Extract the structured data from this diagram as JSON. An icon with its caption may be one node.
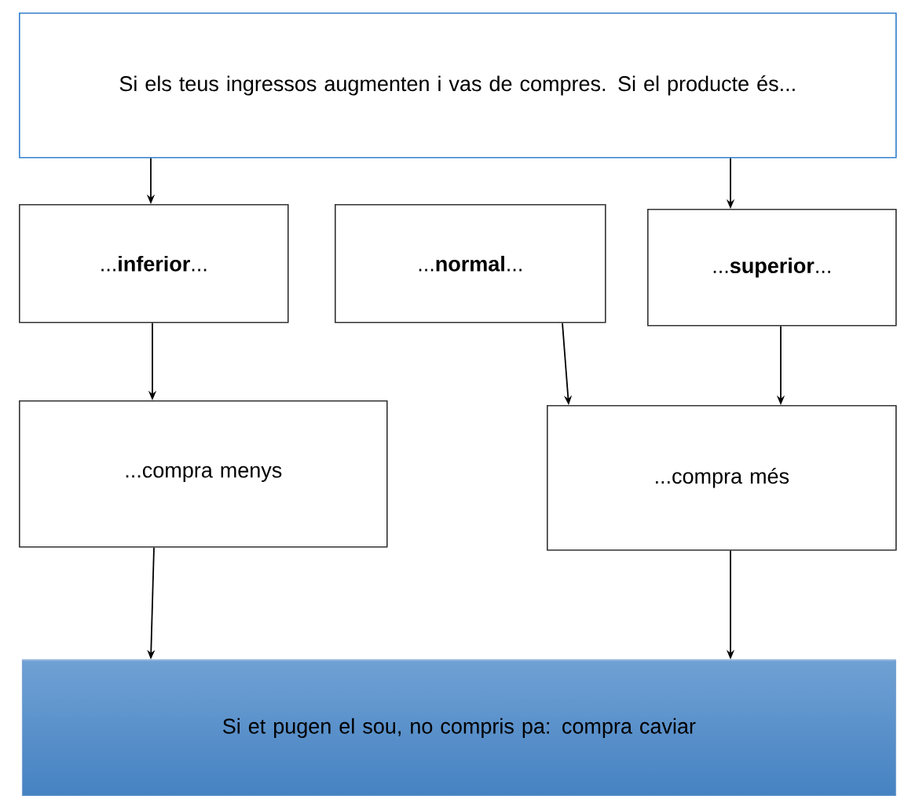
{
  "diagram": {
    "nodes": [
      {
        "text": [
          "Si els teus ingressos augmenten i vas de compres. Si el producte és..."
        ]
      },
      {
        "text": [
          "...**inferior**..."
        ]
      },
      {
        "text": [
          "...**normal**..."
        ]
      },
      {
        "text": [
          "...**superior**..."
        ]
      },
      {
        "text": [
          "...compra menys"
        ]
      },
      {
        "text": [
          "...compra més"
        ]
      },
      {
        "text": [
          "Si et pugen el sou, no compris pa: compra caviar"
        ]
      }
    ],
    "edges": [
      {
        "from": 0,
        "to": 1,
        "arrow": "to"
      },
      {
        "from": 0,
        "to": 3,
        "arrow": "to"
      },
      {
        "from": 1,
        "to": 4,
        "arrow": "to"
      },
      {
        "from": 2,
        "to": 5,
        "arrow": "to"
      },
      {
        "from": 3,
        "to": 5,
        "arrow": "to"
      },
      {
        "from": 4,
        "to": 6,
        "arrow": "to"
      },
      {
        "from": 5,
        "to": 6,
        "arrow": "to"
      }
    ]
  }
}
